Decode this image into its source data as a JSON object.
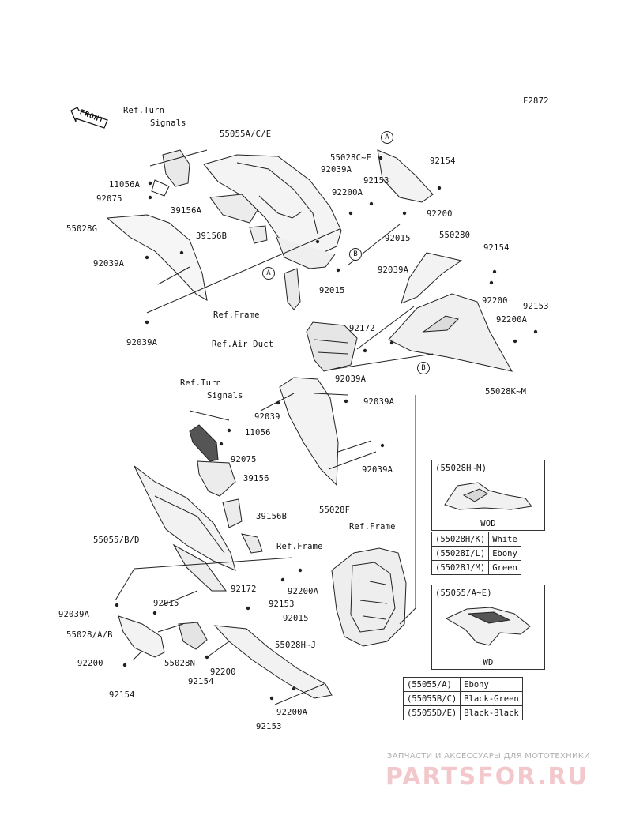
{
  "diagram_id": "F2872",
  "front_label": "FRONT",
  "labels": {
    "ref_turn_signals_1": [
      "Ref.Turn",
      "Signals"
    ],
    "ref_turn_signals_2": [
      "Ref.Turn",
      "Signals"
    ],
    "ref_frame_1": "Ref.Frame",
    "ref_frame_2": "Ref.Frame",
    "ref_frame_3": "Ref.Frame",
    "ref_air_duct": "Ref.Air Duct",
    "p55055ace": "55055A/C/E",
    "p55028ce": "55028C~E",
    "p92154_1": "92154",
    "p92039a_1": "92039A",
    "p92153_1": "92153",
    "p92200a_1": "92200A",
    "p92200_1": "92200",
    "p92015_1": "92015",
    "p11056a": "11056A",
    "p92075_1": "92075",
    "p39156a": "39156A",
    "p55028g": "55028G",
    "p39156b_1": "39156B",
    "p92039a_2": "92039A",
    "p92039a_3": "92039A",
    "p92015_2": "92015",
    "p550280": "550280",
    "p92154_2": "92154",
    "p92039a_4": "92039A",
    "p92200_2": "92200",
    "p92153_2": "92153",
    "p92200a_2": "92200A",
    "p92172_1": "92172",
    "p92039a_5": "92039A",
    "p55028km": "55028K~M",
    "p92039": "92039",
    "p92039a_6": "92039A",
    "p11056": "11056",
    "p92075_2": "92075",
    "p92039a_7": "92039A",
    "p55028f": "55028F",
    "p39156": "39156",
    "p39156b_2": "39156B",
    "p55055bd": "55055/B/D",
    "p92172_2": "92172",
    "p92200a_3": "92200A",
    "p92153_3": "92153",
    "p92039a_8": "92039A",
    "p92015_3": "92015",
    "p92015_4": "92015",
    "p55028ab": "55028/A/B",
    "p55028hj": "55028H~J",
    "p55028n": "55028N",
    "p92200_3": "92200",
    "p92200_4": "92200",
    "p92154_3": "92154",
    "p92154_4": "92154",
    "p92200a_4": "92200A",
    "p92153_4": "92153"
  },
  "callouts": [
    "A",
    "B",
    "A",
    "B"
  ],
  "inset_wod": {
    "caption": "(55028H~M)",
    "title": "WOD"
  },
  "inset_wd": {
    "caption": "(55055/A~E)",
    "title": "WD"
  },
  "color_table_1": [
    [
      "(55028H/K)",
      "White"
    ],
    [
      "(55028I/L)",
      "Ebony"
    ],
    [
      "(55028J/M)",
      "Green"
    ]
  ],
  "color_table_2": [
    [
      "(55055/A)",
      "Ebony"
    ],
    [
      "(55055B/C)",
      "Black-Green"
    ],
    [
      "(55055D/E)",
      "Black-Black"
    ]
  ],
  "watermark": {
    "line1": "ЗАПЧАСТИ И АКСЕССУАРЫ ДЛЯ МОТОТЕХНИКИ",
    "line2": "PARTSFOR.RU"
  }
}
